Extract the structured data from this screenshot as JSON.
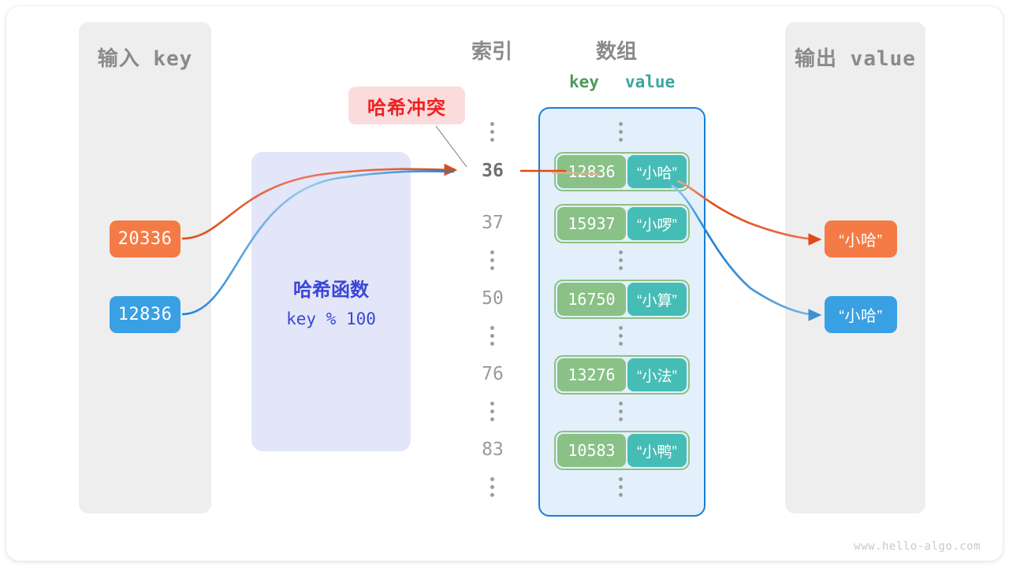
{
  "panels": {
    "input": {
      "title": "输入 key"
    },
    "output": {
      "title": "输出 value"
    }
  },
  "headers": {
    "index": "索引",
    "array": "数组",
    "key": "key",
    "value": "value"
  },
  "inputs": [
    {
      "label": "20336",
      "color": "#f47b46"
    },
    {
      "label": "12836",
      "color": "#3aa0e4"
    }
  ],
  "outputs": [
    {
      "label": "“小哈”",
      "color": "#f47b46"
    },
    {
      "label": "“小哈”",
      "color": "#3aa0e4"
    }
  ],
  "hash_function": {
    "title": "哈希函数",
    "formula": "key % 100",
    "fill": "#e2e6f8",
    "text_color": "#3b46d8"
  },
  "collision": {
    "label": "哈希冲突",
    "fill": "#fadcdc",
    "text_color": "#ef2020"
  },
  "indices": [
    {
      "label": "36",
      "active": true
    },
    {
      "label": "37",
      "active": false
    },
    {
      "label": "50",
      "active": false
    },
    {
      "label": "76",
      "active": false
    },
    {
      "label": "83",
      "active": false
    }
  ],
  "entries": [
    {
      "key": "12836",
      "value": "“小哈”"
    },
    {
      "key": "15937",
      "value": "“小啰”"
    },
    {
      "key": "16750",
      "value": "“小算”"
    },
    {
      "key": "13276",
      "value": "“小法”"
    },
    {
      "key": "10583",
      "value": "“小鸭”"
    }
  ],
  "colors": {
    "key_cell": "#89c187",
    "value_cell": "#45bdb6",
    "entry_border": "#8cc183",
    "array_fill": "#e3f0fb",
    "array_border": "#1c7fd6",
    "panel_fill": "#eeeeee",
    "arrow_orange": "#e04a15",
    "arrow_blue": "#1c7fd6",
    "label_gray": "#8a8a8a"
  },
  "watermark": "www.hello-algo.com"
}
